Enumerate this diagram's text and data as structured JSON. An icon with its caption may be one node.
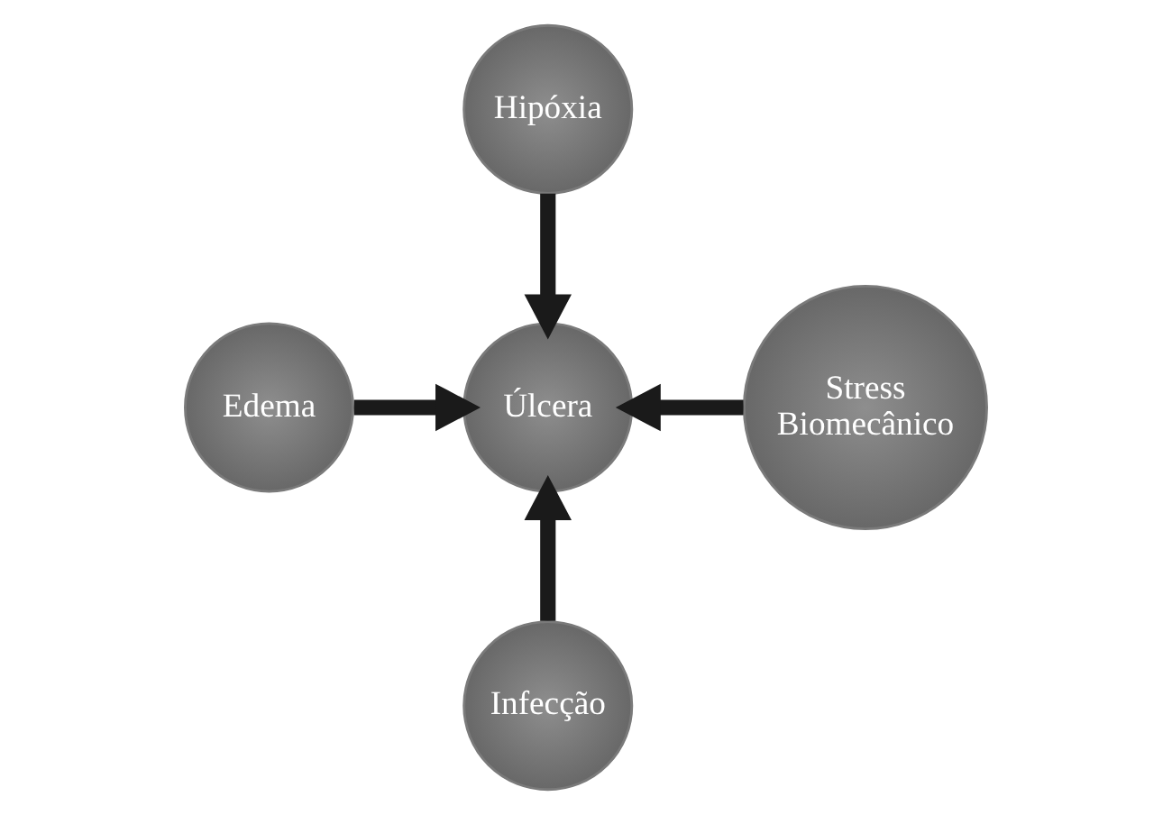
{
  "diagram": {
    "nodes": [
      {
        "text": [
          "Hipóxia"
        ]
      },
      {
        "text": [
          "Edema"
        ]
      },
      {
        "text": [
          "Úlcera"
        ]
      },
      {
        "text": [
          "Stress Biomecânico"
        ]
      },
      {
        "text": [
          "Infecção"
        ]
      }
    ],
    "edges": [
      {
        "from": 0,
        "to": 2,
        "arrow": "to"
      },
      {
        "from": 1,
        "to": 2,
        "arrow": "to"
      },
      {
        "from": 3,
        "to": 2,
        "arrow": "to"
      },
      {
        "from": 4,
        "to": 2,
        "arrow": "to"
      }
    ]
  }
}
